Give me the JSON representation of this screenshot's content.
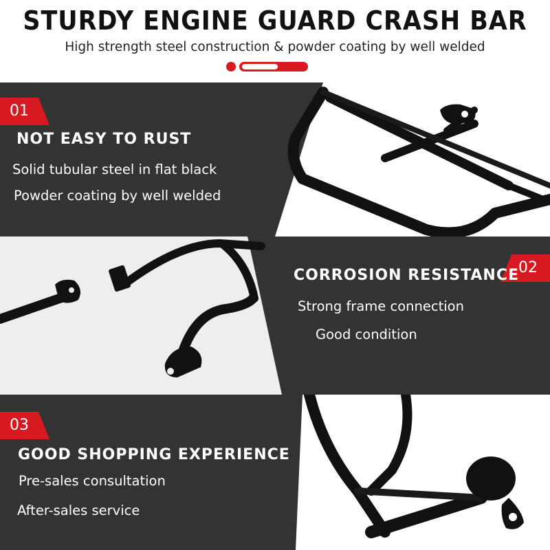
{
  "header": {
    "title": "STURDY ENGINE GUARD CRASH BAR",
    "subtitle": "High strength steel construction & powder coating by well welded"
  },
  "colors": {
    "accent": "#d71920",
    "panel_dark": "#333333",
    "panel_light": "#eeeeee",
    "bar": "#111111"
  },
  "sections": [
    {
      "number": "01",
      "heading": "NOT EASY TO RUST",
      "lines": [
        "Solid tubular steel in flat black",
        "Powder coating by well welded"
      ]
    },
    {
      "number": "02",
      "heading": "CORROSION RESISTANCE",
      "lines": [
        "Strong frame connection",
        "Good condition"
      ]
    },
    {
      "number": "03",
      "heading": "GOOD SHOPPING EXPERIENCE",
      "lines": [
        "Pre-sales consultation",
        "After-sales service"
      ]
    }
  ]
}
